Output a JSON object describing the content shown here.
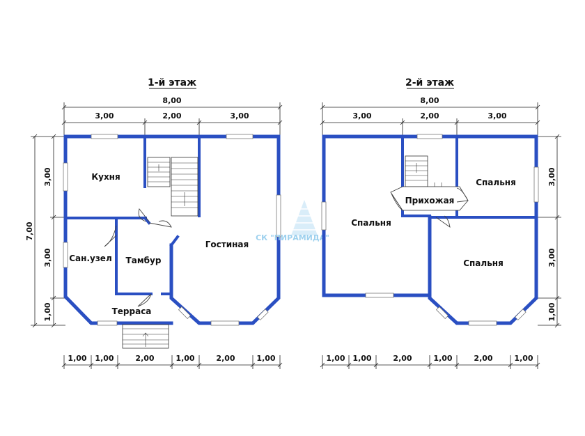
{
  "floors": {
    "first": {
      "title": "1-й этаж",
      "total_width": "8,00",
      "top_segments": [
        "3,00",
        "2,00",
        "3,00"
      ],
      "bottom_segments": [
        "1,00",
        "1,00",
        "2,00",
        "1,00",
        "2,00",
        "1,00"
      ],
      "left_total": "7,00",
      "left_segments": [
        "3,00",
        "3,00",
        "1,00"
      ],
      "rooms": {
        "kitchen": "Кухня",
        "bathroom": "Сан.узел",
        "tambour": "Тамбур",
        "living": "Гостиная",
        "terrace": "Терраса"
      }
    },
    "second": {
      "title": "2-й этаж",
      "total_width": "8,00",
      "top_segments": [
        "3,00",
        "2,00",
        "3,00"
      ],
      "bottom_segments": [
        "1,00",
        "1,00",
        "2,00",
        "1,00",
        "2,00",
        "1,00"
      ],
      "right_segments": [
        "3,00",
        "3,00",
        "1,00"
      ],
      "rooms": {
        "hall": "Прихожая",
        "bedroom_left": "Спальня",
        "bedroom_top_right": "Спальня",
        "bedroom_bottom_right": "Спальня"
      }
    }
  },
  "watermark": "СК \"ПИРАМИДА\"",
  "colors": {
    "wall": "#2a4fc2",
    "watermark": "#8ec9ec"
  }
}
